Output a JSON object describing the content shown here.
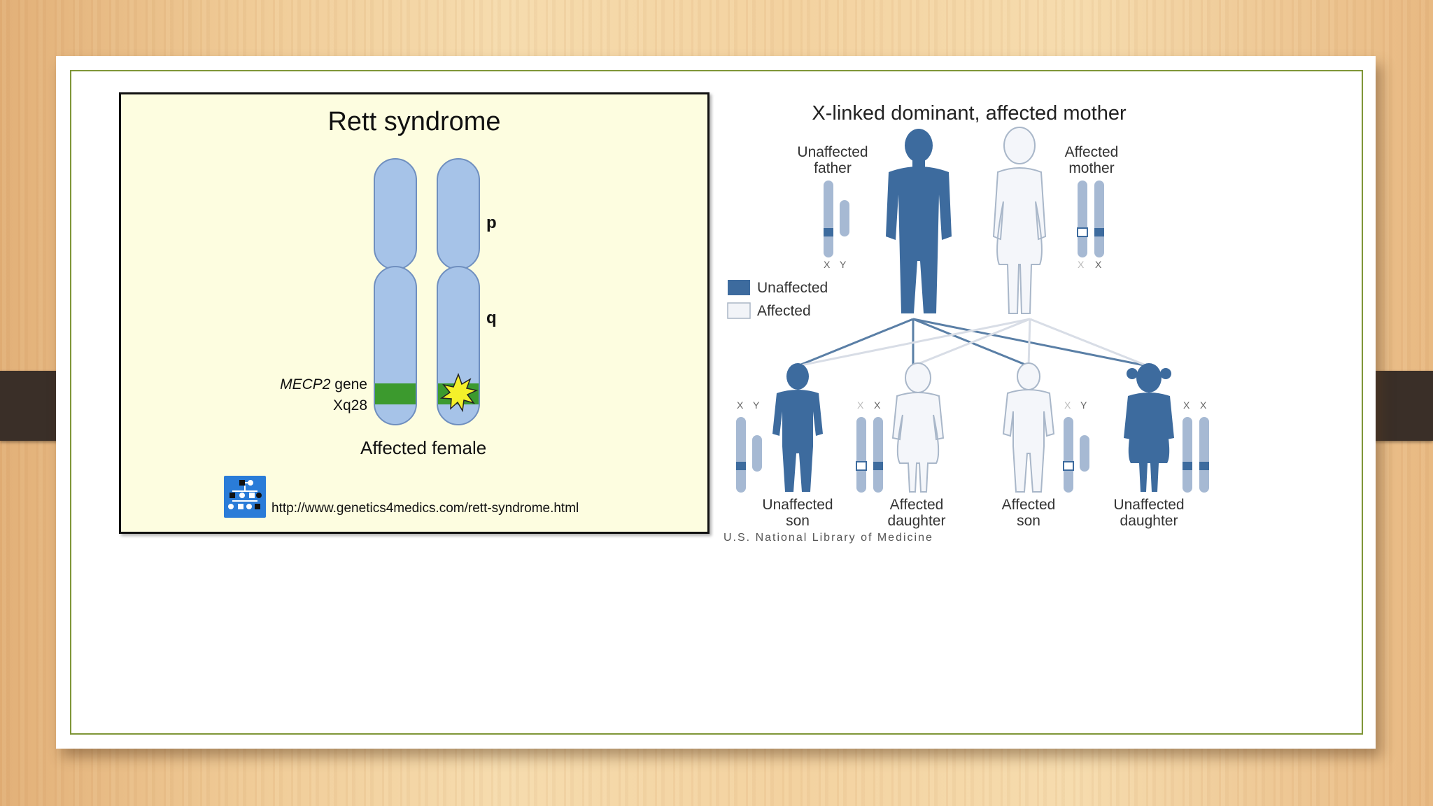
{
  "rett": {
    "title": "Rett syndrome",
    "arm_p": "p",
    "arm_q": "q",
    "gene_name": "MECP2",
    "gene_word": " gene",
    "locus": "Xq28",
    "caption": "Affected female",
    "url": "http://www.genetics4medics.com/rett-syndrome.html",
    "colors": {
      "chromosome": "#a6c3e8",
      "gene": "#3c9a2e",
      "mutation": "#f4f02a",
      "panel": "#fdfde0"
    }
  },
  "pedigree": {
    "title": "X-linked dominant, affected mother",
    "father_label": [
      "Unaffected",
      "father"
    ],
    "mother_label": [
      "Affected",
      "mother"
    ],
    "legend": [
      {
        "label": "Unaffected",
        "color": "#3d6b9e"
      },
      {
        "label": "Affected",
        "color": "#f2f4f8"
      }
    ],
    "children": [
      {
        "line1": "Unaffected",
        "line2": "son"
      },
      {
        "line1": "Affected",
        "line2": "daughter"
      },
      {
        "line1": "Affected",
        "line2": "son"
      },
      {
        "line1": "Unaffected",
        "line2": "daughter"
      }
    ],
    "chrom_x": "X",
    "chrom_y": "Y",
    "credit": "U.S. National Library of Medicine"
  }
}
